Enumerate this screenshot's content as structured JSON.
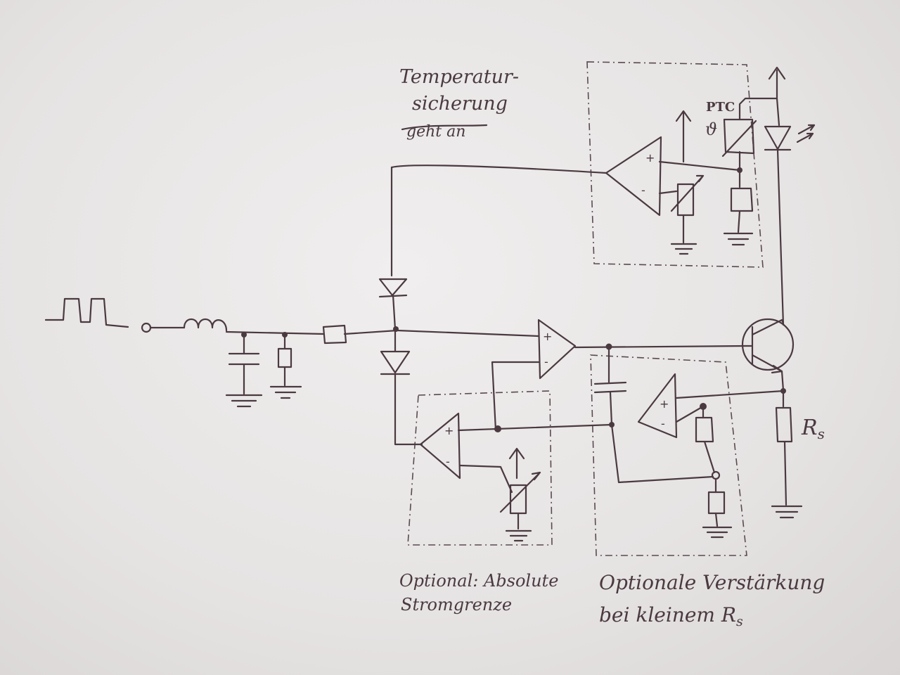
{
  "labels": {
    "temp_line1": "Temperatur-",
    "temp_line2": "sicherung",
    "temp_strike": "geht an",
    "ptc": "PTC",
    "theta": "ϑ",
    "rs_right": "R",
    "rs_right_sub": "s",
    "current_limit_line1": "Optional: Absolute",
    "current_limit_line2": "Stromgrenze",
    "amp_line1": "Optionale Verstärkung",
    "amp_line2": "bei kleinem R",
    "amp_line2_sub": "s"
  },
  "opamp_signs": {
    "plus": "+",
    "minus": "-"
  },
  "colors": {
    "ink": "#4a3a40",
    "paper": "#ebe8e8"
  }
}
